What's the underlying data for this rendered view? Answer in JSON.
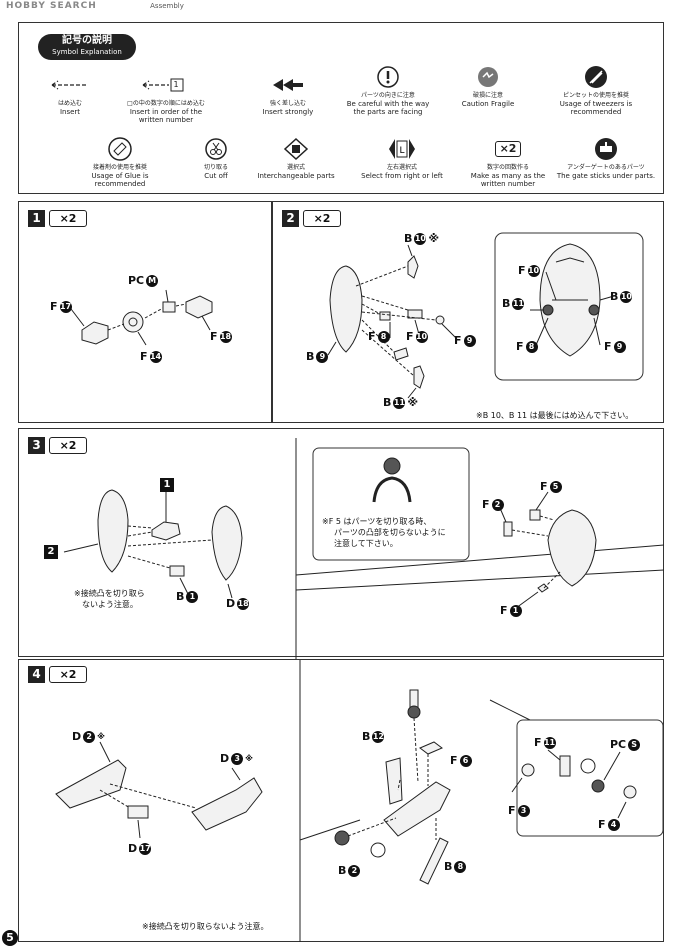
{
  "header": {
    "site": "HOBBY SEARCH",
    "crumb": "Assembly"
  },
  "symbols": {
    "title_jp": "記号の説明",
    "title_en": "Symbol Explanation",
    "items": [
      {
        "jp": "はめ込む",
        "en": "Insert",
        "icon": "arrow-insert-icon"
      },
      {
        "jp": "□の中の数字の順にはめ込む",
        "en": "Insert in order of the written number",
        "icon": "numbered-insert-icon",
        "num": "1"
      },
      {
        "jp": "強く差し込む",
        "en": "Insert strongly",
        "icon": "double-arrow-icon"
      },
      {
        "jp": "パーツの向きに注意",
        "en": "Be careful with the way the parts are facing",
        "icon": "exclamation-icon"
      },
      {
        "jp": "破損に注意",
        "en": "Caution Fragile",
        "icon": "fragile-icon"
      },
      {
        "jp": "ピンセットの使用を推奨",
        "en": "Usage of tweezers is recommended",
        "icon": "tweezers-icon"
      },
      {
        "jp": "接着剤の使用を推奨",
        "en": "Usage of Glue is recommended",
        "icon": "glue-icon"
      },
      {
        "jp": "切り取る",
        "en": "Cut off",
        "icon": "scissors-icon"
      },
      {
        "jp": "選択式",
        "en": "Interchangeable parts",
        "icon": "interchange-icon"
      },
      {
        "jp": "左右選択式",
        "en": "Select from right or left",
        "icon": "left-right-icon"
      },
      {
        "jp": "数字の回数作る",
        "en": "Make as many as the written number",
        "icon": "multiply-icon",
        "num": "×2"
      },
      {
        "jp": "アンダーゲートのあるパーツ",
        "en": "The gate sticks under parts.",
        "icon": "undergate-icon"
      }
    ]
  },
  "steps": {
    "s1": {
      "num": "1",
      "mult": "×2",
      "labels": [
        "PC",
        "M",
        "F",
        "17",
        "F",
        "14",
        "F",
        "18"
      ]
    },
    "s2": {
      "num": "2",
      "mult": "×2",
      "labels": [
        "B",
        "10",
        "※",
        "F",
        "8",
        "F",
        "10",
        "F",
        "9",
        "B",
        "9",
        "B",
        "11",
        "※"
      ],
      "detail": [
        "F",
        "10",
        "B",
        "11",
        "B",
        "10",
        "F",
        "8",
        "F",
        "9"
      ],
      "note": "※B 10、B 11 は最後にはめ込んで下さい。"
    },
    "s3": {
      "num": "3",
      "mult": "×2",
      "labels": [
        "1",
        "2",
        "B",
        "1",
        "D",
        "18",
        "F",
        "2",
        "F",
        "5",
        "F",
        "1"
      ],
      "note1": "※接続凸を切り取ら",
      "note2": "ないよう注意。",
      "callout1": "※F 5 はパーツを切り取る時、",
      "callout2": "パーツの凸部を切らないように",
      "callout3": "注意して下さい。"
    },
    "s4": {
      "num": "4",
      "mult": "×2",
      "labels": [
        "D",
        "2",
        "※",
        "D",
        "3",
        "※",
        "D",
        "17",
        "B",
        "12",
        "F",
        "6",
        "B",
        "2",
        "B",
        "8",
        "F",
        "11",
        "PC",
        "S",
        "F",
        "3",
        "F",
        "4"
      ],
      "note": "※接続凸を切り取らないよう注意。"
    }
  },
  "page_number": "5"
}
